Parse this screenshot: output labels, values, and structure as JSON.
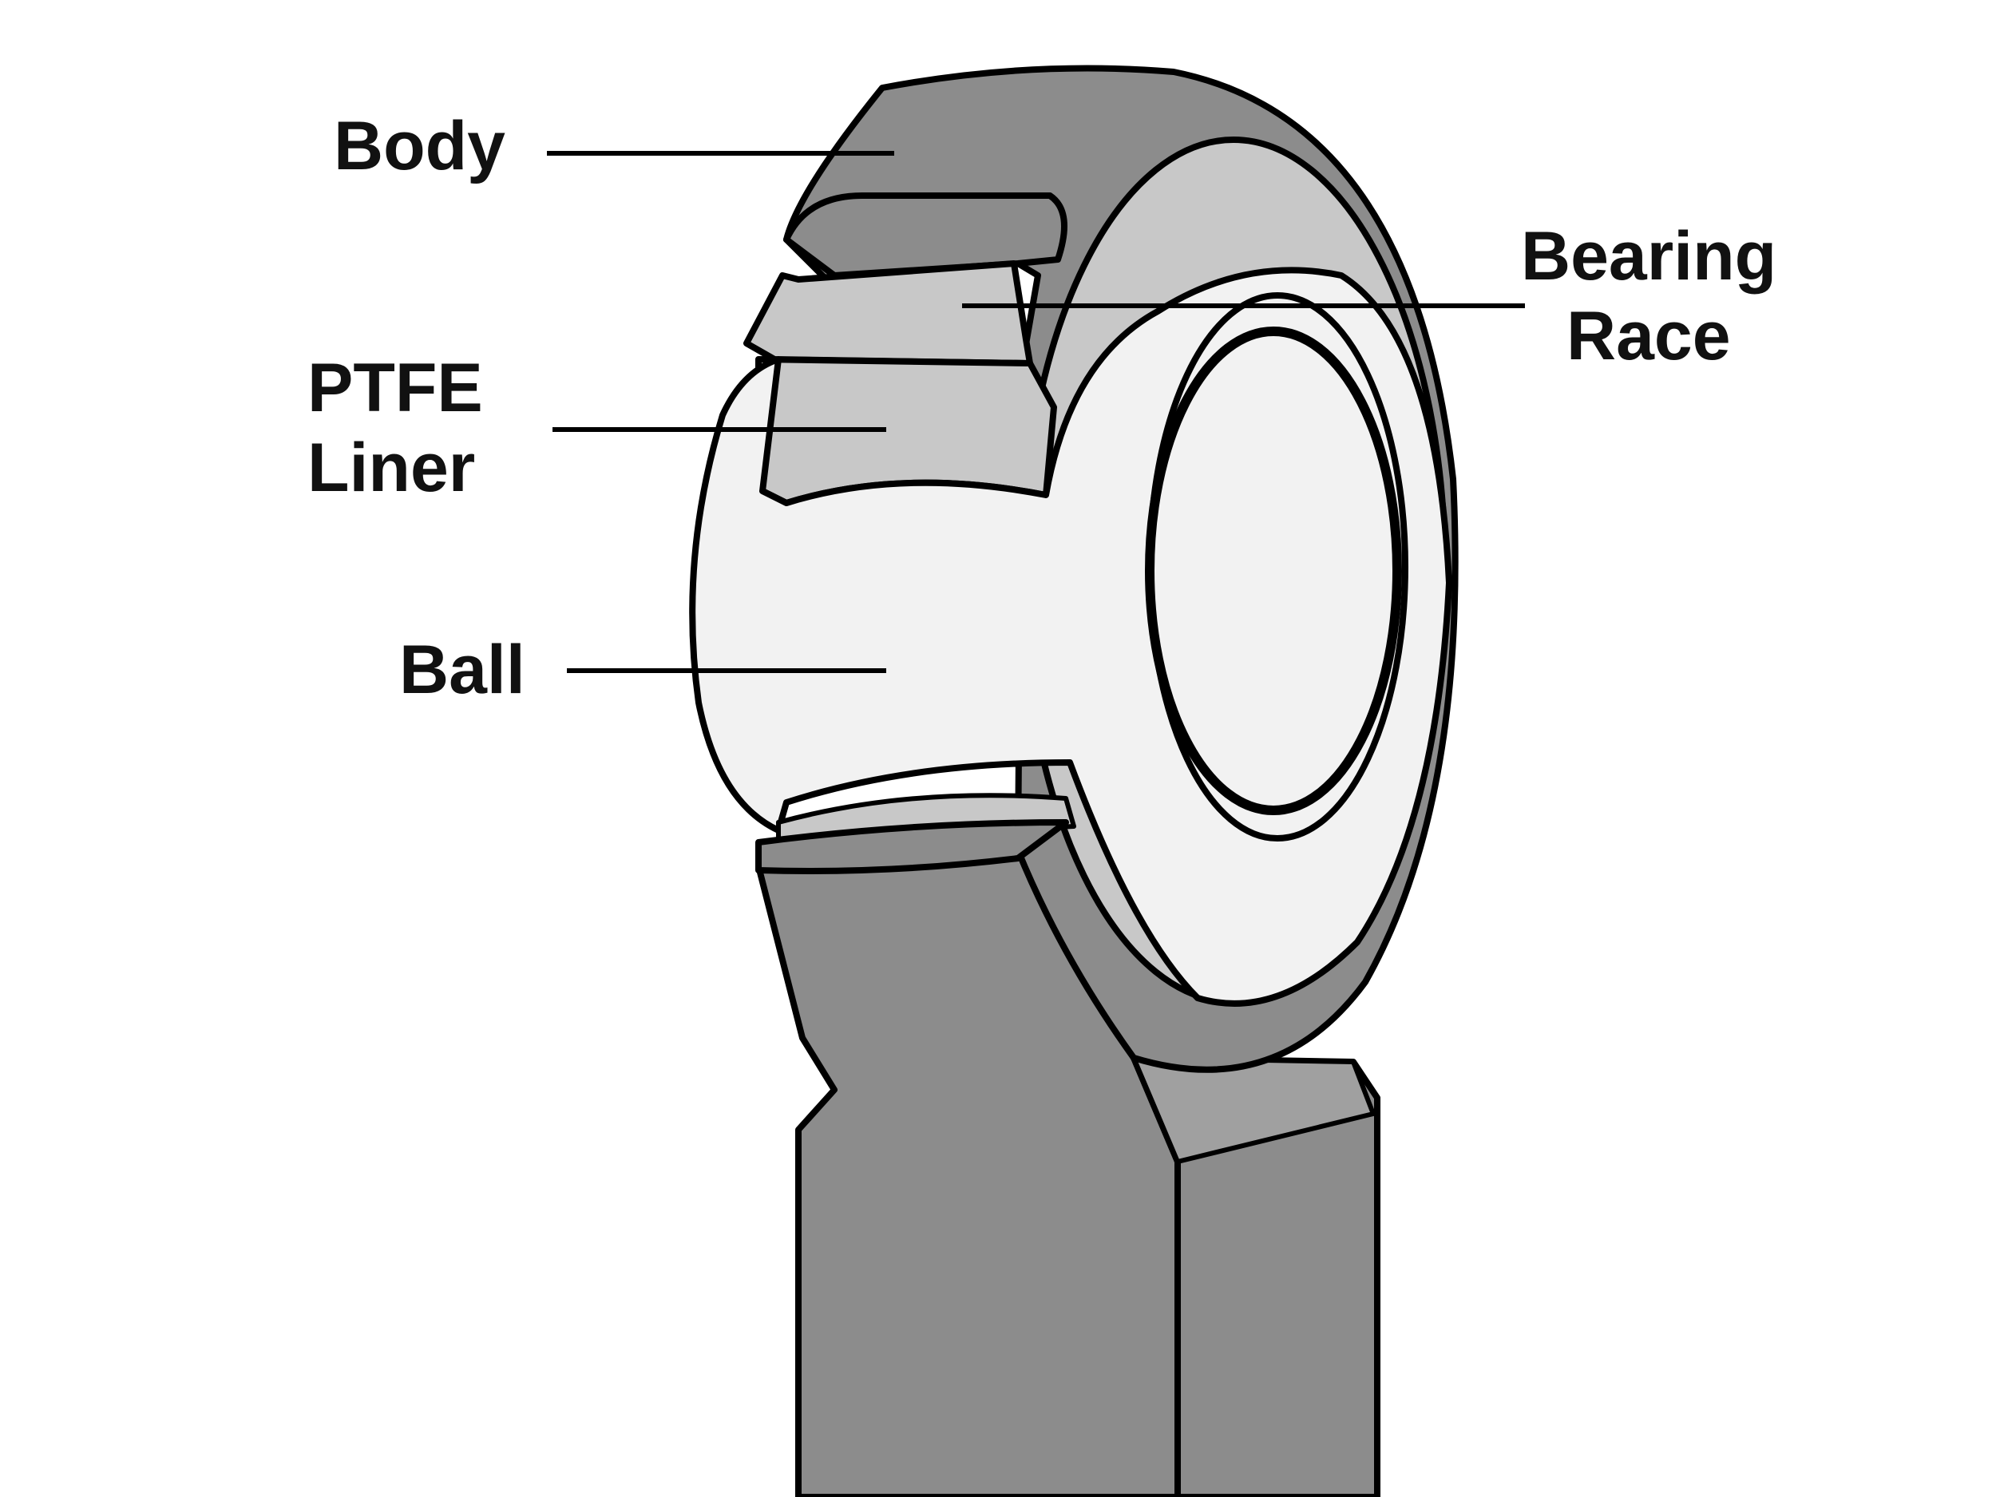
{
  "labels": {
    "body": "Body",
    "bearing_race_line1": "Bearing",
    "bearing_race_line2": "Race",
    "ptfe_liner_line1": "PTFE",
    "ptfe_liner_line2": "Liner",
    "ball": "Ball"
  },
  "colors": {
    "body_fill": "#8c8c8c",
    "race_fill": "#c8c8c8",
    "ball_fill": "#f2f2f2",
    "background": "#ffffff",
    "outline": "#000000"
  }
}
